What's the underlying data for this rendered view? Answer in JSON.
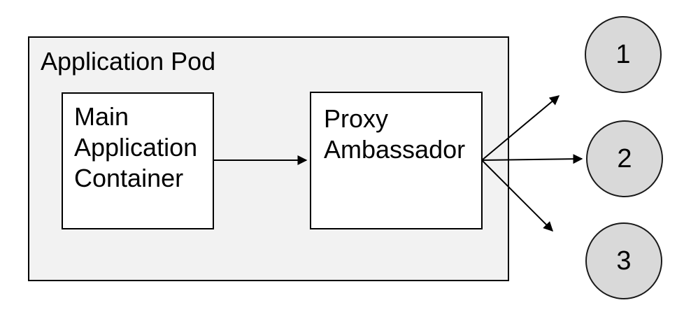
{
  "colors": {
    "background": "#ffffff",
    "pod_fill": "#f2f2f2",
    "container_fill": "#ffffff",
    "endpoint_fill": "#d9d9d9",
    "stroke": "#000000"
  },
  "pod": {
    "label": "Application Pod"
  },
  "containers": [
    {
      "id": "main-application-container",
      "label": "Main\nApplication\nContainer"
    },
    {
      "id": "proxy-ambassador",
      "label": "Proxy\nAmbassador"
    }
  ],
  "endpoints": [
    {
      "id": "endpoint-1",
      "label": "1"
    },
    {
      "id": "endpoint-2",
      "label": "2"
    },
    {
      "id": "endpoint-3",
      "label": "3"
    }
  ],
  "edges": [
    {
      "from": "main-application-container",
      "to": "proxy-ambassador",
      "style": "arrow"
    },
    {
      "from": "proxy-ambassador",
      "to": "endpoint-1",
      "style": "arrow"
    },
    {
      "from": "proxy-ambassador",
      "to": "endpoint-2",
      "style": "arrow"
    },
    {
      "from": "proxy-ambassador",
      "to": "endpoint-3",
      "style": "arrow"
    }
  ]
}
